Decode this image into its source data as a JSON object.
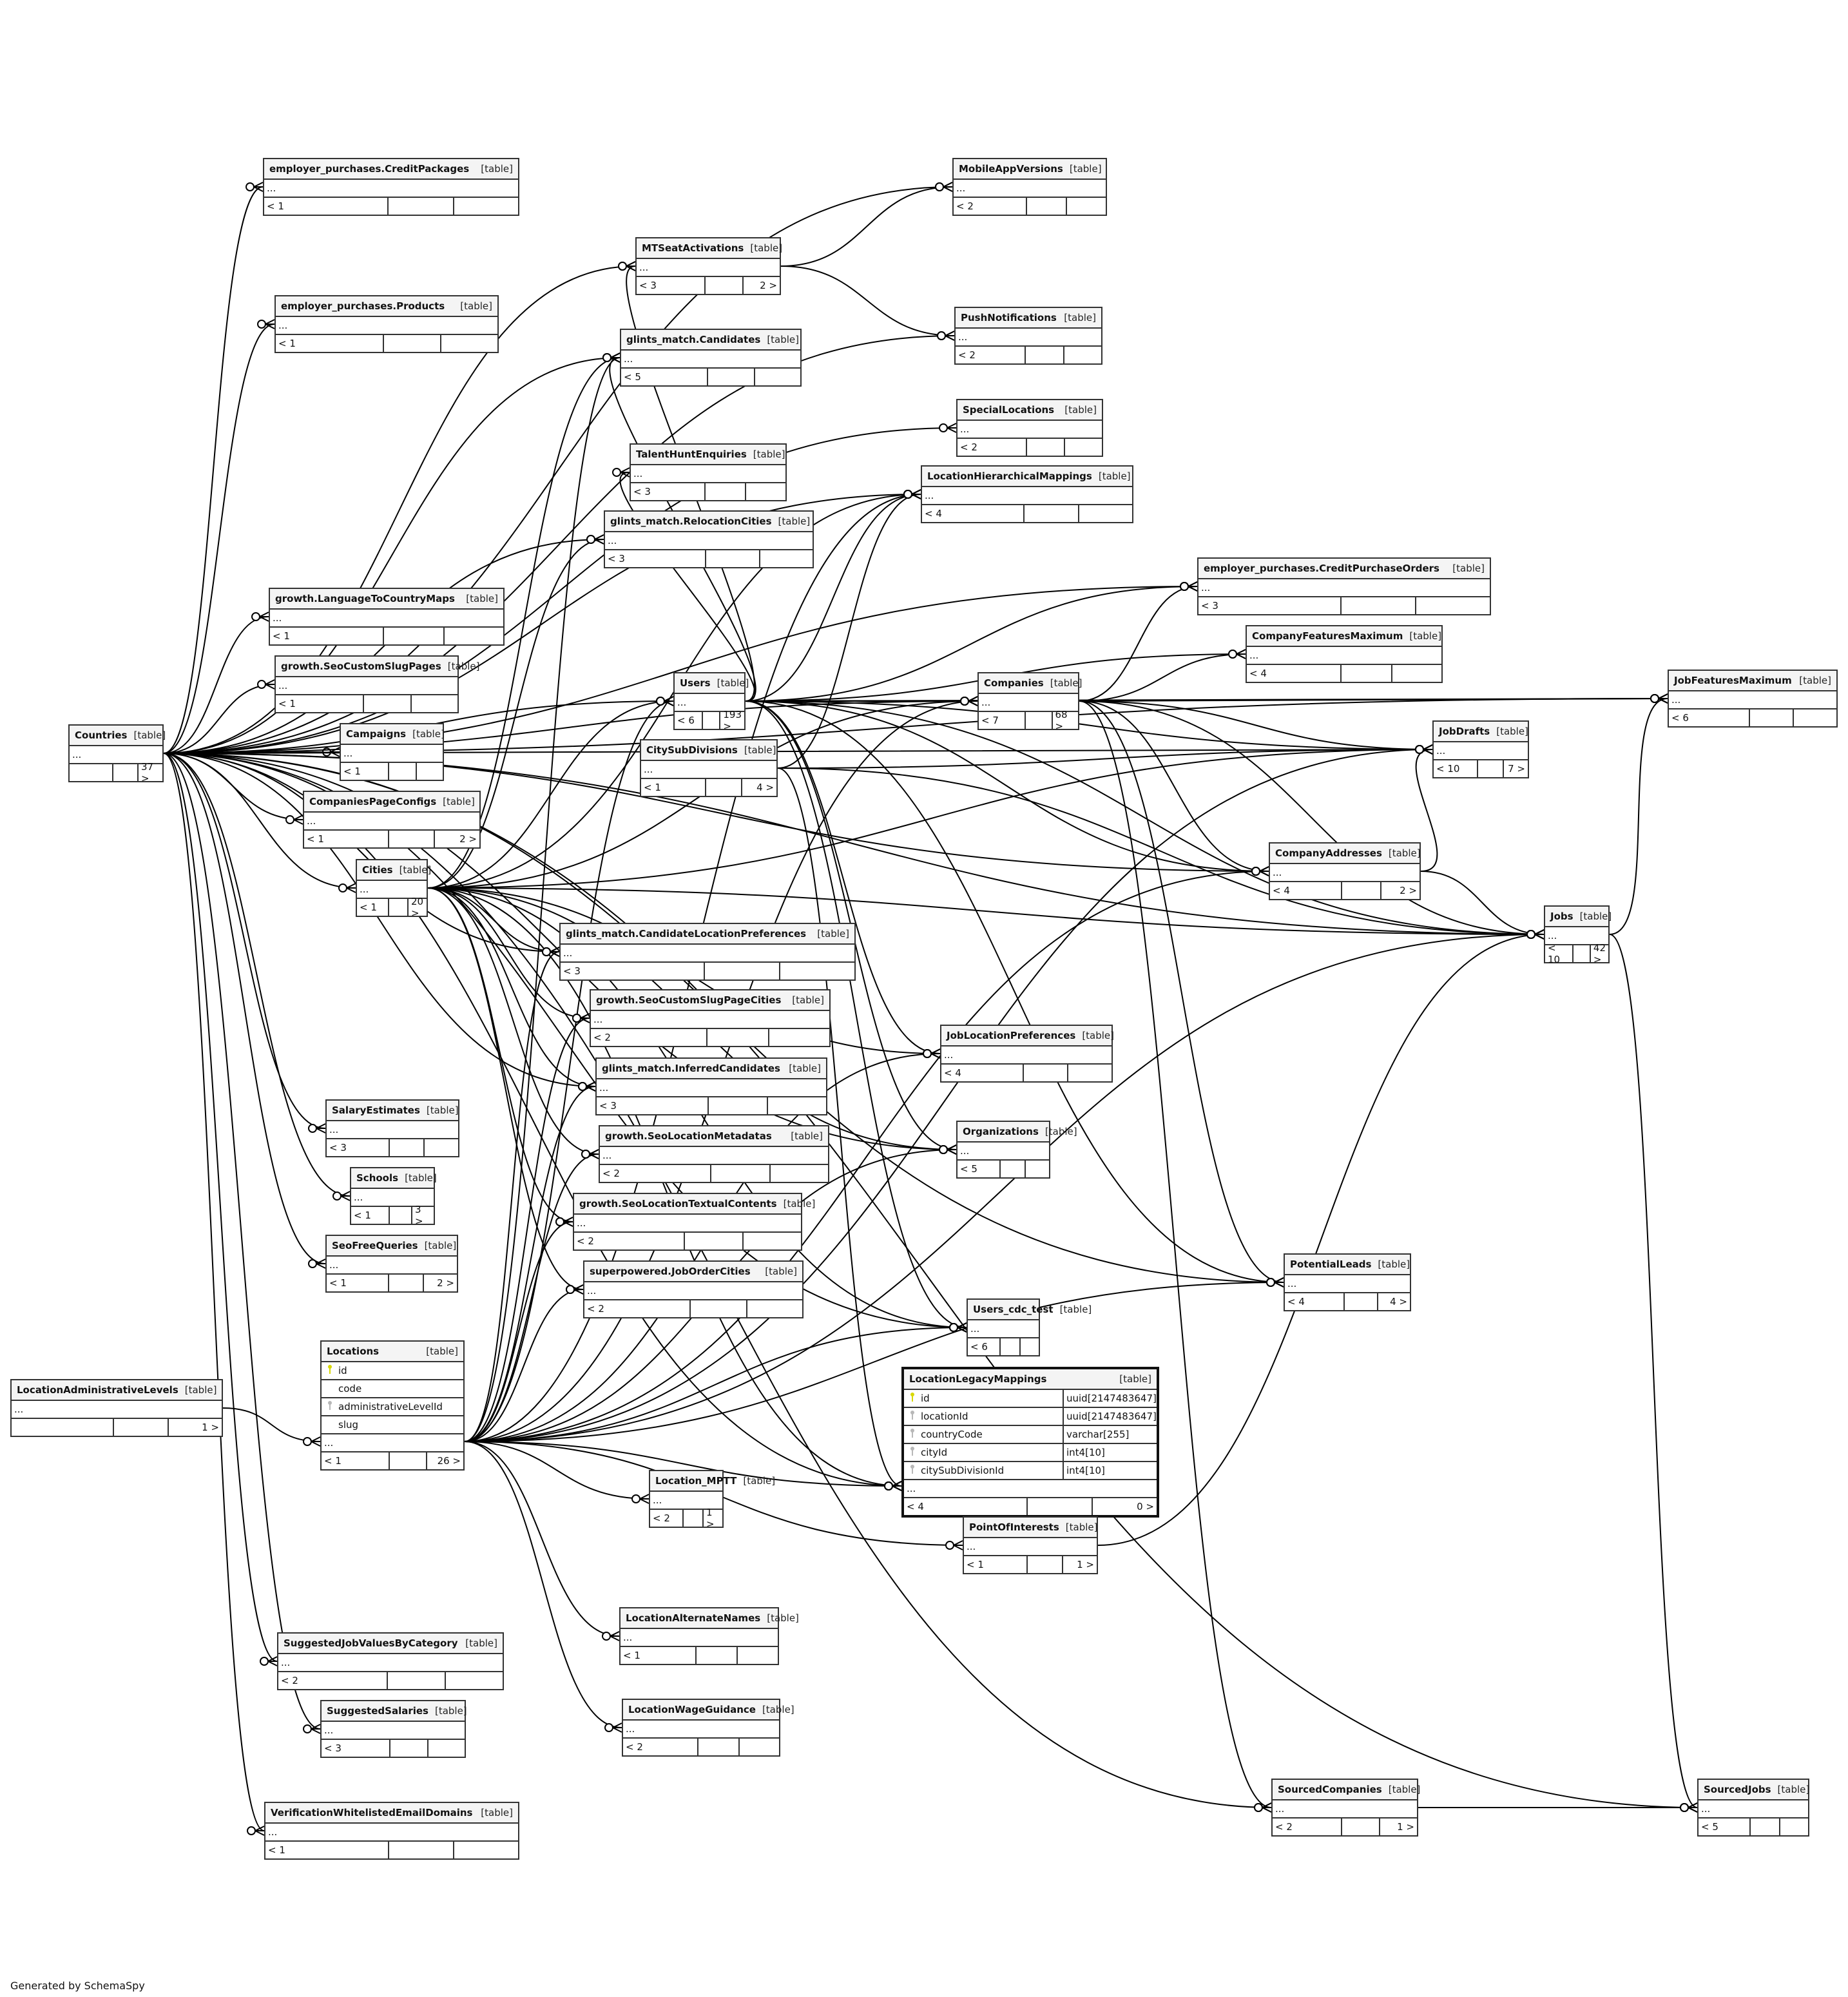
{
  "diagram_title": "SchemaSpy relationships diagram",
  "footer": "Generated by SchemaSpy",
  "table_tag": "[table]",
  "ellipsis": "...",
  "key_icon_colors": {
    "primary": "#d8d800",
    "foreign": "#b8b8b8"
  },
  "tables": [
    {
      "id": "creditpackages",
      "name": "employer_purchases.CreditPackages",
      "parents": "< 1",
      "children": ""
    },
    {
      "id": "mtseat",
      "name": "MTSeatActivations",
      "parents": "< 3",
      "children": "2 >"
    },
    {
      "id": "products",
      "name": "employer_purchases.Products",
      "parents": "< 1",
      "children": ""
    },
    {
      "id": "candidates",
      "name": "glints_match.Candidates",
      "parents": "< 5",
      "children": ""
    },
    {
      "id": "talenthunt",
      "name": "TalentHuntEnquiries",
      "parents": "< 3",
      "children": ""
    },
    {
      "id": "relocation",
      "name": "glints_match.RelocationCities",
      "parents": "< 3",
      "children": ""
    },
    {
      "id": "langmaps",
      "name": "growth.LanguageToCountryMaps",
      "parents": "< 1",
      "children": ""
    },
    {
      "id": "slugpages",
      "name": "growth.SeoCustomSlugPages",
      "parents": "< 1",
      "children": ""
    },
    {
      "id": "countries",
      "name": "Countries",
      "parents": "",
      "children": "37 >"
    },
    {
      "id": "campaigns",
      "name": "Campaigns",
      "parents": "< 1",
      "children": ""
    },
    {
      "id": "pageconfigs",
      "name": "CompaniesPageConfigs",
      "parents": "< 1",
      "children": "2 >"
    },
    {
      "id": "cities",
      "name": "Cities",
      "parents": "< 1",
      "children": "20 >"
    },
    {
      "id": "users",
      "name": "Users",
      "parents": "< 6",
      "children": "193 >"
    },
    {
      "id": "citysub",
      "name": "CitySubDivisions",
      "parents": "< 1",
      "children": "4 >"
    },
    {
      "id": "companies",
      "name": "Companies",
      "parents": "< 7",
      "children": "68 >"
    },
    {
      "id": "mobileapp",
      "name": "MobileAppVersions",
      "parents": "< 2",
      "children": ""
    },
    {
      "id": "push",
      "name": "PushNotifications",
      "parents": "< 2",
      "children": ""
    },
    {
      "id": "special",
      "name": "SpecialLocations",
      "parents": "< 2",
      "children": ""
    },
    {
      "id": "lochier",
      "name": "LocationHierarchicalMappings",
      "parents": "< 4",
      "children": ""
    },
    {
      "id": "cpo",
      "name": "employer_purchases.CreditPurchaseOrders",
      "parents": "< 3",
      "children": ""
    },
    {
      "id": "cfm",
      "name": "CompanyFeaturesMaximum",
      "parents": "< 4",
      "children": ""
    },
    {
      "id": "jfm",
      "name": "JobFeaturesMaximum",
      "parents": "< 6",
      "children": ""
    },
    {
      "id": "jobdrafts",
      "name": "JobDrafts",
      "parents": "< 10",
      "children": "7 >"
    },
    {
      "id": "compaddr",
      "name": "CompanyAddresses",
      "parents": "< 4",
      "children": "2 >"
    },
    {
      "id": "jobs",
      "name": "Jobs",
      "parents": "< 10",
      "children": "42 >"
    },
    {
      "id": "clp",
      "name": "glints_match.CandidateLocationPreferences",
      "parents": "< 3",
      "children": ""
    },
    {
      "id": "slugcities",
      "name": "growth.SeoCustomSlugPageCities",
      "parents": "< 2",
      "children": ""
    },
    {
      "id": "inferred",
      "name": "glints_match.InferredCandidates",
      "parents": "< 3",
      "children": ""
    },
    {
      "id": "jlp",
      "name": "JobLocationPreferences",
      "parents": "< 4",
      "children": ""
    },
    {
      "id": "seometa",
      "name": "growth.SeoLocationMetadatas",
      "parents": "< 2",
      "children": ""
    },
    {
      "id": "orgs",
      "name": "Organizations",
      "parents": "< 5",
      "children": ""
    },
    {
      "id": "seotext",
      "name": "growth.SeoLocationTextualContents",
      "parents": "< 2",
      "children": ""
    },
    {
      "id": "joborder",
      "name": "superpowered.JobOrderCities",
      "parents": "< 2",
      "children": ""
    },
    {
      "id": "salary",
      "name": "SalaryEstimates",
      "parents": "< 3",
      "children": ""
    },
    {
      "id": "schools",
      "name": "Schools",
      "parents": "< 1",
      "children": "3 >"
    },
    {
      "id": "seofree",
      "name": "SeoFreeQueries",
      "parents": "< 1",
      "children": "2 >"
    },
    {
      "id": "leads",
      "name": "PotentialLeads",
      "parents": "< 4",
      "children": "4 >"
    },
    {
      "id": "cdc",
      "name": "Users_cdc_test",
      "parents": "< 6",
      "children": ""
    },
    {
      "id": "legacy",
      "name": "LocationLegacyMappings",
      "parents": "< 4",
      "children": "0 >",
      "focus": true,
      "columns": [
        {
          "name": "id",
          "key": "pk",
          "type": "uuid[2147483647]"
        },
        {
          "name": "locationId",
          "key": "fk",
          "type": "uuid[2147483647]"
        },
        {
          "name": "countryCode",
          "key": "fk",
          "type": "varchar[255]"
        },
        {
          "name": "cityId",
          "key": "fk",
          "type": "int4[10]"
        },
        {
          "name": "citySubDivisionId",
          "key": "fk",
          "type": "int4[10]"
        }
      ]
    },
    {
      "id": "locations",
      "name": "Locations",
      "parents": "< 1",
      "children": "26 >",
      "columns": [
        {
          "name": "id",
          "key": "pk"
        },
        {
          "name": "code",
          "key": "none"
        },
        {
          "name": "administrativeLevelId",
          "key": "fk"
        },
        {
          "name": "slug",
          "key": "none"
        }
      ]
    },
    {
      "id": "adminlevels",
      "name": "LocationAdministrativeLevels",
      "parents": "",
      "children": "1 >"
    },
    {
      "id": "mptt",
      "name": "Location_MPTT",
      "parents": "< 2",
      "children": "1 >"
    },
    {
      "id": "poi",
      "name": "PointOfInterests",
      "parents": "< 1",
      "children": "1 >"
    },
    {
      "id": "altnames",
      "name": "LocationAlternateNames",
      "parents": "< 1",
      "children": ""
    },
    {
      "id": "sjv",
      "name": "SuggestedJobValuesByCategory",
      "parents": "< 2",
      "children": ""
    },
    {
      "id": "suggsal",
      "name": "SuggestedSalaries",
      "parents": "< 3",
      "children": ""
    },
    {
      "id": "wage",
      "name": "LocationWageGuidance",
      "parents": "< 2",
      "children": ""
    },
    {
      "id": "verif",
      "name": "VerificationWhitelistedEmailDomains",
      "parents": "< 1",
      "children": ""
    },
    {
      "id": "sourcedco",
      "name": "SourcedCompanies",
      "parents": "< 2",
      "children": "1 >"
    },
    {
      "id": "sourcedjobs",
      "name": "SourcedJobs",
      "parents": "< 5",
      "children": ""
    }
  ],
  "relationships": [
    [
      "countries",
      "creditpackages"
    ],
    [
      "countries",
      "mtseat"
    ],
    [
      "countries",
      "products"
    ],
    [
      "countries",
      "candidates"
    ],
    [
      "countries",
      "relocation"
    ],
    [
      "countries",
      "langmaps"
    ],
    [
      "countries",
      "slugpages"
    ],
    [
      "countries",
      "campaigns"
    ],
    [
      "countries",
      "pageconfigs"
    ],
    [
      "countries",
      "cities"
    ],
    [
      "countries",
      "users"
    ],
    [
      "countries",
      "companies"
    ],
    [
      "countries",
      "mobileapp"
    ],
    [
      "countries",
      "push"
    ],
    [
      "countries",
      "special"
    ],
    [
      "countries",
      "lochier"
    ],
    [
      "countries",
      "cpo"
    ],
    [
      "countries",
      "jfm"
    ],
    [
      "countries",
      "jobdrafts"
    ],
    [
      "countries",
      "jobs"
    ],
    [
      "countries",
      "clp"
    ],
    [
      "countries",
      "inferred"
    ],
    [
      "countries",
      "salary"
    ],
    [
      "countries",
      "schools"
    ],
    [
      "countries",
      "seofree"
    ],
    [
      "countries",
      "legacy"
    ],
    [
      "countries",
      "sjv"
    ],
    [
      "countries",
      "suggsal"
    ],
    [
      "countries",
      "verif"
    ],
    [
      "countries",
      "sourcedco"
    ],
    [
      "countries",
      "sourcedjobs"
    ],
    [
      "countries",
      "leads"
    ],
    [
      "countries",
      "cdc"
    ],
    [
      "countries",
      "orgs"
    ],
    [
      "countries",
      "compaddr"
    ],
    [
      "users",
      "mtseat"
    ],
    [
      "users",
      "candidates"
    ],
    [
      "users",
      "talenthunt"
    ],
    [
      "users",
      "companies"
    ],
    [
      "users",
      "cpo"
    ],
    [
      "users",
      "cfm"
    ],
    [
      "users",
      "jfm"
    ],
    [
      "users",
      "jobdrafts"
    ],
    [
      "users",
      "jobs"
    ],
    [
      "users",
      "compaddr"
    ],
    [
      "users",
      "leads"
    ],
    [
      "users",
      "cdc"
    ],
    [
      "users",
      "orgs"
    ],
    [
      "users",
      "jlp"
    ],
    [
      "users",
      "lochier"
    ],
    [
      "companies",
      "cpo"
    ],
    [
      "companies",
      "cfm"
    ],
    [
      "companies",
      "jfm"
    ],
    [
      "companies",
      "jobdrafts"
    ],
    [
      "companies",
      "jobs"
    ],
    [
      "companies",
      "compaddr"
    ],
    [
      "companies",
      "leads"
    ],
    [
      "companies",
      "sourcedco"
    ],
    [
      "cities",
      "candidates"
    ],
    [
      "cities",
      "relocation"
    ],
    [
      "cities",
      "users"
    ],
    [
      "cities",
      "companies"
    ],
    [
      "cities",
      "lochier"
    ],
    [
      "cities",
      "clp"
    ],
    [
      "cities",
      "slugcities"
    ],
    [
      "cities",
      "inferred"
    ],
    [
      "cities",
      "seometa"
    ],
    [
      "cities",
      "seotext"
    ],
    [
      "cities",
      "joborder"
    ],
    [
      "cities",
      "jobdrafts"
    ],
    [
      "cities",
      "jobs"
    ],
    [
      "cities",
      "cdc"
    ],
    [
      "cities",
      "legacy"
    ],
    [
      "cities",
      "orgs"
    ],
    [
      "cities",
      "jlp"
    ],
    [
      "citysub",
      "jobdrafts"
    ],
    [
      "citysub",
      "jobs"
    ],
    [
      "citysub",
      "legacy"
    ],
    [
      "citysub",
      "lochier"
    ],
    [
      "locations",
      "candidates"
    ],
    [
      "locations",
      "users"
    ],
    [
      "locations",
      "companies"
    ],
    [
      "locations",
      "lochier"
    ],
    [
      "locations",
      "clp"
    ],
    [
      "locations",
      "slugcities"
    ],
    [
      "locations",
      "inferred"
    ],
    [
      "locations",
      "seometa"
    ],
    [
      "locations",
      "seotext"
    ],
    [
      "locations",
      "joborder"
    ],
    [
      "locations",
      "jlp"
    ],
    [
      "locations",
      "orgs"
    ],
    [
      "locations",
      "cdc"
    ],
    [
      "locations",
      "legacy"
    ],
    [
      "locations",
      "mptt"
    ],
    [
      "locations",
      "poi"
    ],
    [
      "locations",
      "altnames"
    ],
    [
      "locations",
      "wage"
    ],
    [
      "locations",
      "jobs"
    ],
    [
      "locations",
      "jobdrafts"
    ],
    [
      "locations",
      "compaddr"
    ],
    [
      "locations",
      "leads"
    ],
    [
      "adminlevels",
      "locations"
    ],
    [
      "compaddr",
      "jobs"
    ],
    [
      "compaddr",
      "jobdrafts"
    ],
    [
      "jobs",
      "jfm"
    ],
    [
      "jobs",
      "sourcedjobs"
    ],
    [
      "sourcedco",
      "sourcedjobs"
    ],
    [
      "poi",
      "jobs"
    ],
    [
      "mtseat",
      "mobileapp"
    ],
    [
      "mtseat",
      "push"
    ]
  ]
}
